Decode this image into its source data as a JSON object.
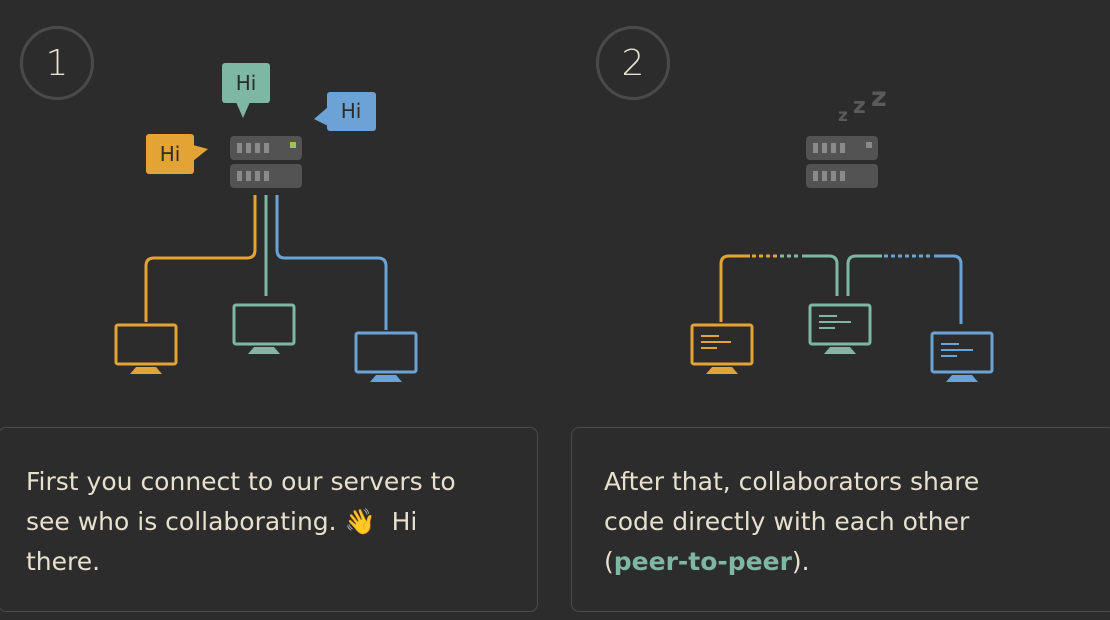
{
  "steps": [
    {
      "number": "1"
    },
    {
      "number": "2"
    }
  ],
  "bubbles": {
    "text": "Hi"
  },
  "sleep": {
    "text": "zzz"
  },
  "colors": {
    "orange": "#e3a335",
    "green": "#7eb7a3",
    "blue": "#6ba3d6",
    "server": "#535353",
    "server_led": "#9ac64b",
    "text": "#e8e0cf"
  },
  "cards": [
    {
      "line1": "First you connect to our servers to",
      "line2_a": "see who is collaborating. ",
      "emoji": "👋",
      "line2_b": "Hi",
      "line3": "there."
    },
    {
      "line1": "After that, collaborators share",
      "line2": "code directly with each other",
      "line3_open": "(",
      "highlight": "peer-to-peer",
      "line3_close": ")."
    }
  ]
}
